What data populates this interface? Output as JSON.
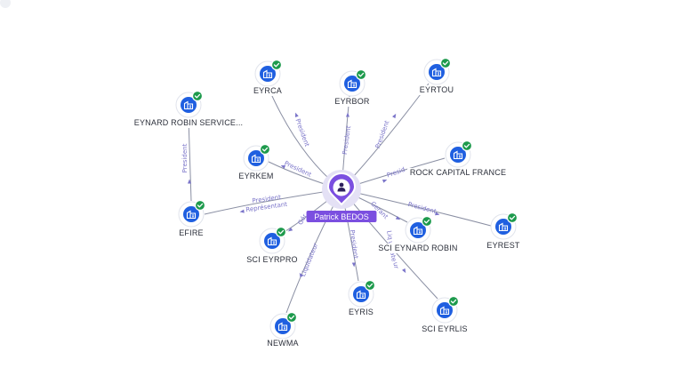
{
  "colors": {
    "accent": "#7b4fe0",
    "company_node": "#1f5fe0",
    "status_active": "#1d9a4c",
    "edge": "#8a8fa3",
    "edge_label": "#7a74c9"
  },
  "icons": {
    "center": "person-icon",
    "company": "building-icon",
    "status": "check-badge-icon"
  },
  "center": {
    "name": "Patrick BEDOS"
  },
  "companies": [
    {
      "id": "eyrca",
      "name": "EYRCA"
    },
    {
      "id": "eyrbor",
      "name": "EYRBOR"
    },
    {
      "id": "eyrtou",
      "name": "EYRTOU"
    },
    {
      "id": "eynardrobinservice",
      "name": "EYNARD ROBIN SERVICE..."
    },
    {
      "id": "eyrkem",
      "name": "EYRKEM"
    },
    {
      "id": "rockcapital",
      "name": "ROCK CAPITAL FRANCE"
    },
    {
      "id": "efire",
      "name": "EFIRE"
    },
    {
      "id": "scieyrpro",
      "name": "SCI EYRPRO"
    },
    {
      "id": "scieynardrobin",
      "name": "SCI EYNARD ROBIN"
    },
    {
      "id": "eyrest",
      "name": "EYREST"
    },
    {
      "id": "eyris",
      "name": "EYRIS"
    },
    {
      "id": "newma",
      "name": "NEWMA"
    },
    {
      "id": "scieyrlis",
      "name": "SCI EYRLIS"
    }
  ],
  "relations": {
    "eyrca": "President",
    "eyrbor": "President",
    "eyrtou": "President",
    "efire_to_eynardrobinservice": "President",
    "eyrkem": "President",
    "rockcapital": "Presid",
    "efire_1": "President",
    "efire_2": "Représentant",
    "scieyrpro": "Gér",
    "scieynardrobin": "Gerant",
    "eyrest": "President",
    "eyris": "President",
    "newma": "Liquidateur",
    "scieyrlis_1": "Liq",
    "scieyrlis_2": "uid",
    "scieyrlis_3": "ate",
    "scieyrlis_4": "ur"
  }
}
